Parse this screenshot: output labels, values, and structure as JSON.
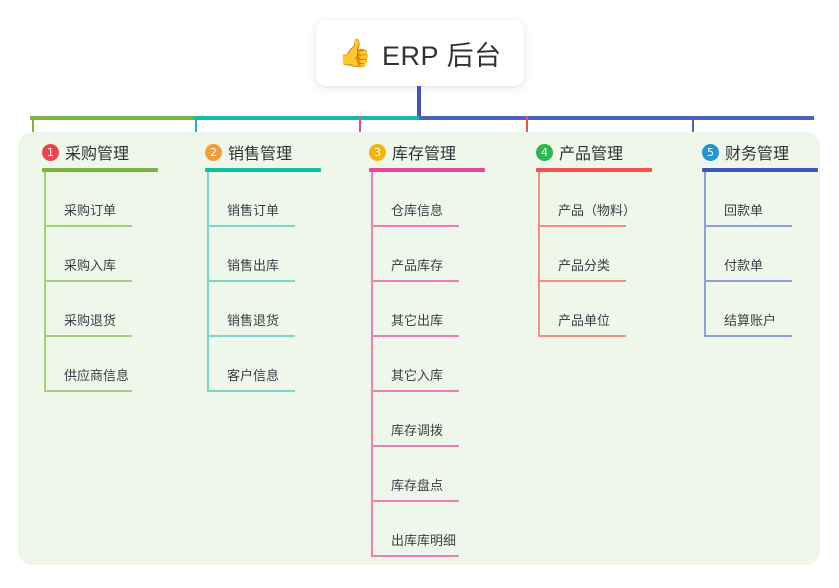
{
  "title": {
    "icon": "thumbs-up-icon",
    "emoji": "👍",
    "text": "ERP 后台"
  },
  "colors": {
    "panel_background": "#eef7e9",
    "page_background": "#ffffff",
    "title_connector": "#4355b8",
    "trunk_left": "#7cb342",
    "trunk_mid": "#12bfa6",
    "trunk_right": "#5060c4"
  },
  "columns": [
    {
      "badge": "1",
      "badge_color": "#f0414f",
      "accent": "#7cb342",
      "accent_light": "#a7cf78",
      "connector": "#7cb342",
      "title": "采购管理",
      "items": [
        "采购订单",
        "采购入库",
        "采购退货",
        "供应商信息"
      ]
    },
    {
      "badge": "2",
      "badge_color": "#f59b3c",
      "accent": "#12bfa6",
      "accent_light": "#7fd6c8",
      "connector": "#12bfa6",
      "title": "销售管理",
      "items": [
        "销售订单",
        "销售出库",
        "销售退货",
        "客户信息"
      ]
    },
    {
      "badge": "3",
      "badge_color": "#f2b50d",
      "accent": "#e8459b",
      "accent_light": "#ee7fb9",
      "connector": "#e8459b",
      "title": "库存管理",
      "items": [
        "仓库信息",
        "产品库存",
        "其它出库",
        "其它入库",
        "库存调拨",
        "库存盘点",
        "出库库明细"
      ]
    },
    {
      "badge": "4",
      "badge_color": "#2cb553",
      "accent": "#f7514f",
      "accent_light": "#f58e84",
      "connector": "#f7514f",
      "title": "产品管理",
      "items": [
        "产品（物料）",
        "产品分类",
        "产品单位"
      ]
    },
    {
      "badge": "5",
      "badge_color": "#2196d8",
      "accent": "#4355b8",
      "accent_light": "#8d9fd9",
      "connector": "#5060c4",
      "title": "财务管理",
      "items": [
        "回款单",
        "付款单",
        "结算账户"
      ]
    }
  ]
}
